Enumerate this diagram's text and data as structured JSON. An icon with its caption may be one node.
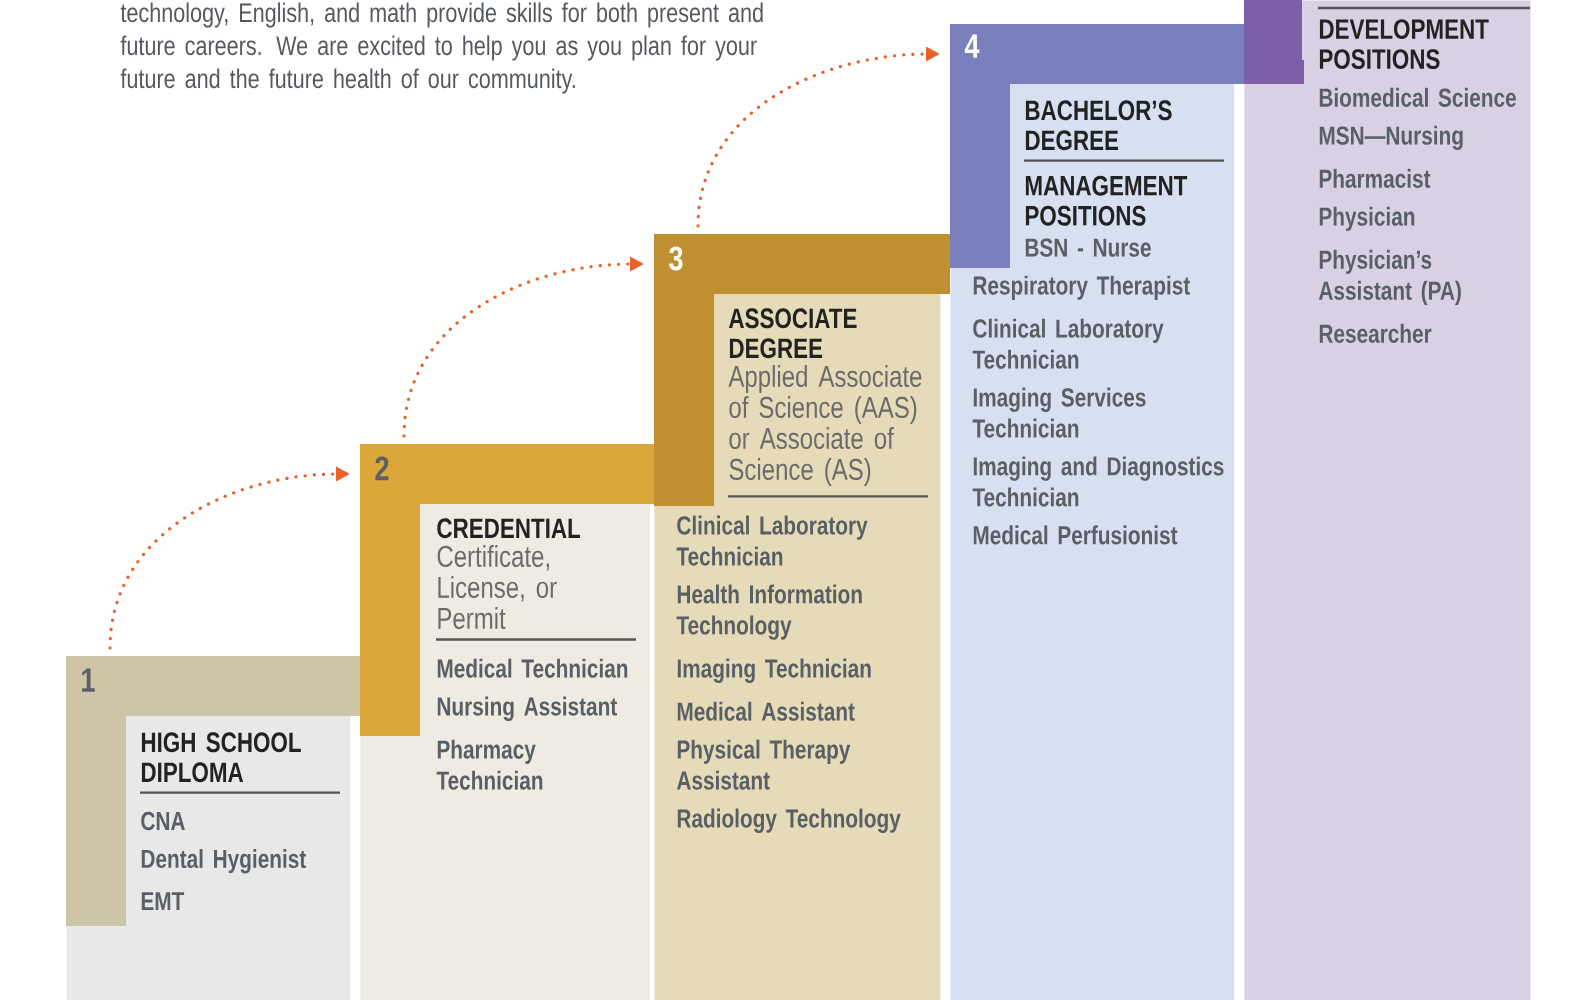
{
  "diagram": {
    "nodes": [
      {
        "text": [
          "1",
          "HIGH SCHOOL DIPLOMA",
          "CNA",
          "Dental Hygienist",
          "EMT"
        ]
      },
      {
        "text": [
          "2",
          "CREDENTIAL",
          "Certificate, License, or Permit",
          "Medical Technician",
          "Nursing Assistant",
          "Pharmacy Technician"
        ]
      },
      {
        "text": [
          "3",
          "ASSOCIATE DEGREE",
          "Applied Associate of Science (AAS) or Associate of Science (AS)",
          "Clinical Laboratory Technician",
          "Health Information Technology",
          "Imaging Technician",
          "Medical Assistant",
          "Physical Therapy Assistant",
          "Radiology Technology"
        ]
      },
      {
        "text": [
          "4",
          "BACHELOR’S DEGREE",
          "MANAGEMENT POSITIONS",
          "BSN - Nurse",
          "Respiratory Therapist",
          "Clinical Laboratory Technician",
          "Imaging Services Technician",
          "Imaging and Diagnostics Technician",
          "Medical Perfusionist"
        ]
      },
      {
        "text": [
          "DEVELOPMENT POSITIONS",
          "Biomedical Science",
          "MSN—Nursing",
          "Pharmacist",
          "Physician",
          "Physician’s Assistant (PA)",
          "Researcher"
        ]
      }
    ],
    "edges": [
      {
        "from": 0,
        "to": 1,
        "arrow": "to"
      },
      {
        "from": 1,
        "to": 2,
        "arrow": "to"
      },
      {
        "from": 2,
        "to": 3,
        "arrow": "to"
      }
    ],
    "labels": [
      "technology, English, and math provide skills for both present and future careers. We are excited to help you as you plan for your future and the future health of our community."
    ]
  }
}
